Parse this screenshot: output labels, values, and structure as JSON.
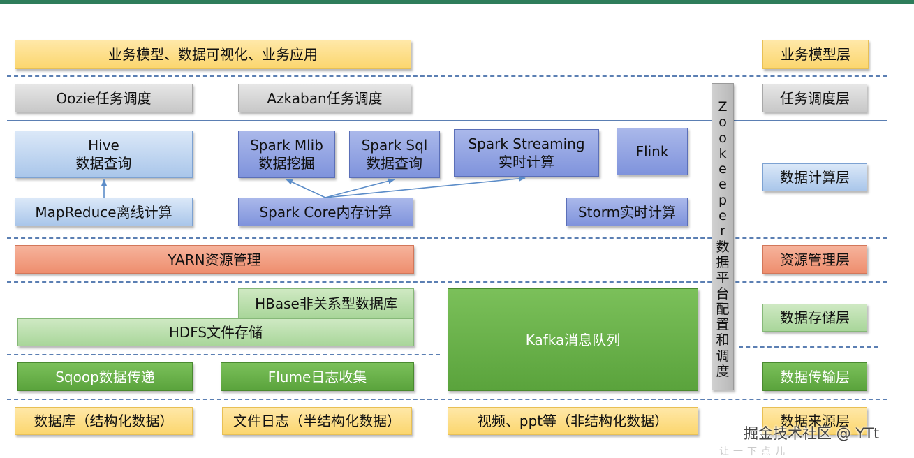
{
  "business_layer": {
    "content": "业务模型、数据可视化、业务应用",
    "label": "业务模型层"
  },
  "scheduling_layer": {
    "oozie": "Oozie任务调度",
    "azkaban": "Azkaban任务调度",
    "label": "任务调度层"
  },
  "compute_layer": {
    "hive": [
      "Hive",
      "数据查询"
    ],
    "spark_mlib": [
      "Spark Mlib",
      "数据挖掘"
    ],
    "spark_sql": [
      "Spark Sql",
      "数据查询"
    ],
    "spark_streaming": [
      "Spark Streaming",
      "实时计算"
    ],
    "flink": "Flink",
    "mapreduce": "MapReduce离线计算",
    "spark_core": "Spark Core内存计算",
    "storm": "Storm实时计算",
    "label": "数据计算层"
  },
  "resource_layer": {
    "yarn": "YARN资源管理",
    "label": "资源管理层"
  },
  "storage_layer": {
    "hbase": "HBase非关系型数据库",
    "hdfs": "HDFS文件存储",
    "kafka": "Kafka消息队列",
    "label": "数据存储层"
  },
  "transport_layer": {
    "sqoop": "Sqoop数据传递",
    "flume": "Flume日志收集",
    "label": "数据传输层"
  },
  "source_layer": {
    "db": "数据库（结构化数据）",
    "logs": "文件日志（半结构化数据）",
    "unstructured": "视频、ppt等（非结构化数据）",
    "label": "数据来源层"
  },
  "zookeeper": {
    "chars": [
      "Z",
      "o",
      "o",
      "k",
      "e",
      "e",
      "p",
      "e",
      "r",
      "数",
      "据",
      "平",
      "台",
      "配",
      "置",
      "和",
      "调",
      "度"
    ]
  },
  "watermark": {
    "text": "掘金技术社区 @ YTt",
    "faint_text": "让一下点儿"
  },
  "colors": {
    "layer_line": "#5b7fb3",
    "arrow": "#5b8cc8",
    "yellow": "#fbd66e",
    "gray": "#c8c8c8",
    "light_blue": "#a9c6ea",
    "periwinkle": "#7f93dc",
    "salmon": "#ee8e6e",
    "light_green": "#a9d69a",
    "dark_green": "#5aa33c"
  }
}
